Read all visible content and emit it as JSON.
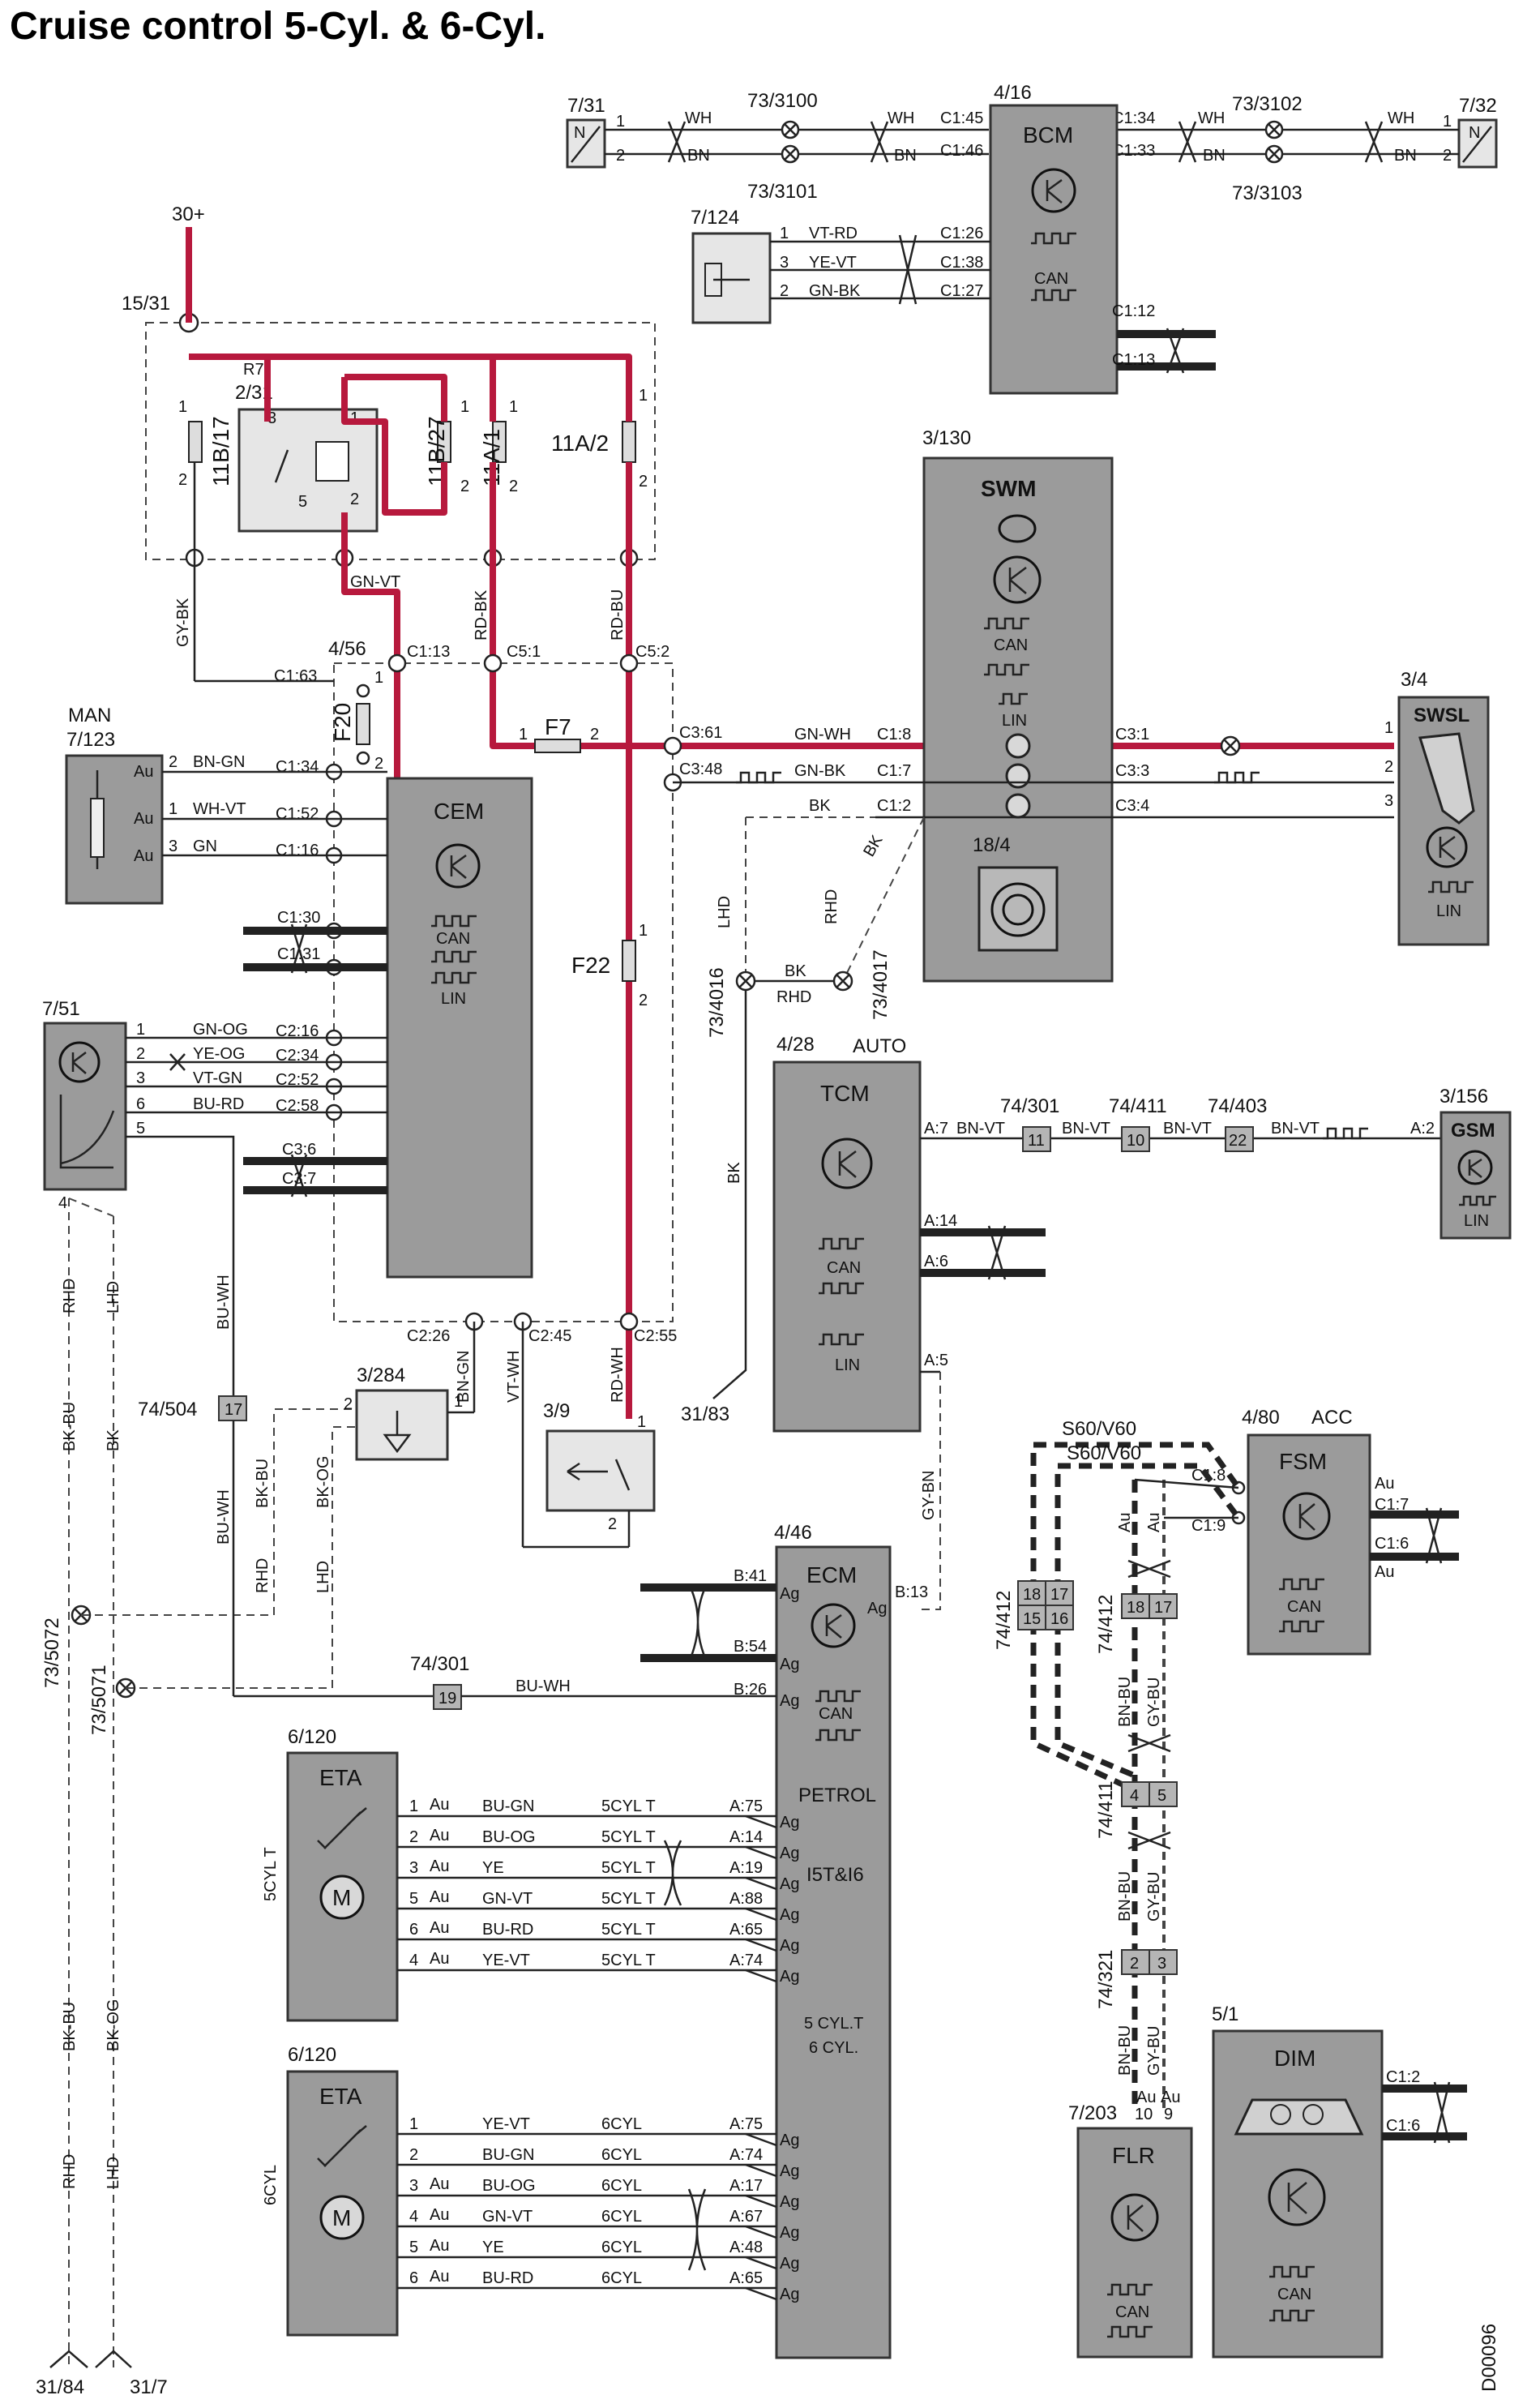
{
  "title": "Cruise control 5-Cyl. & 6-Cyl.",
  "drawing_id": "D00096",
  "modules": {
    "bcm": {
      "ref": "4/16",
      "name": "BCM",
      "can": "CAN"
    },
    "swm": {
      "ref": "3/130",
      "name": "SWM",
      "can": "CAN",
      "lin": "LIN"
    },
    "cem": {
      "ref": "4/56",
      "name": "CEM",
      "can": "CAN",
      "lin": "LIN"
    },
    "tcm": {
      "ref": "4/28",
      "name": "TCM",
      "tag": "AUTO",
      "can": "CAN",
      "lin": "LIN"
    },
    "gsm": {
      "ref": "3/156",
      "name": "GSM",
      "lin": "LIN"
    },
    "ecm": {
      "ref": "4/46",
      "name": "ECM",
      "can": "CAN",
      "petrol": "PETROL",
      "engine": "I5T&I6",
      "cyl_5": "5 CYL.T",
      "cyl_6": "6 CYL."
    },
    "fsm": {
      "ref": "4/80",
      "name": "FSM",
      "tag": "ACC",
      "can": "CAN"
    },
    "dim": {
      "ref": "5/1",
      "name": "DIM",
      "can": "CAN"
    },
    "flr": {
      "ref": "7/203",
      "name": "FLR",
      "can": "CAN"
    },
    "swsl": {
      "ref": "3/4",
      "name": "SWSL",
      "lin": "LIN"
    },
    "eta5": {
      "ref": "6/120",
      "name": "ETA",
      "side": "5CYL T"
    },
    "eta6": {
      "ref": "6/120",
      "name": "ETA",
      "side": "6CYL"
    },
    "man": {
      "ref": "7/123",
      "tag": "MAN"
    },
    "sensor751": {
      "ref": "7/51"
    },
    "sw39": {
      "ref": "3/9"
    },
    "sw3284": {
      "ref": "3/284"
    },
    "clock184": {
      "ref": "18/4"
    },
    "sen7124": {
      "ref": "7/124"
    }
  },
  "labels": {
    "bat": "30+",
    "fusebox": "15/31",
    "r7": "R7",
    "relay": "2/31",
    "f11b17": "11B/17",
    "f11b27": "11B/27",
    "f11a1": "11A/1",
    "f11a2": "11A/2",
    "f20": "F20",
    "f7": "F7",
    "f22": "F22",
    "s7_31": "7/31",
    "s7_32": "7/32",
    "n": "N",
    "j3100": "73/3100",
    "j3101": "73/3101",
    "j3102": "73/3102",
    "j3103": "73/3103",
    "j4016": "73/4016",
    "j4017": "73/4017",
    "j5072": "73/5072",
    "j5071": "73/5071",
    "g3183": "31/83",
    "g3184": "31/84",
    "g317": "31/7",
    "c74_504": "74/504",
    "c74_301": "74/301",
    "c74_411": "74/411",
    "c74_403": "74/403",
    "c74_412": "74/412",
    "c74_321": "74/321",
    "s60v60": "S60/V60",
    "lhd": "LHD",
    "rhd": "RHD",
    "au": "Au",
    "ag": "Ag"
  },
  "wires": {
    "wh": "WH",
    "bn": "BN",
    "vt_rd": "VT-RD",
    "ye_vt": "YE-VT",
    "gn_bk": "GN-BK",
    "gn_vt": "GN-VT",
    "rd_bk": "RD-BK",
    "rd_bu": "RD-BU",
    "gy_bk": "GY-BK",
    "bn_gn": "BN-GN",
    "wh_vt": "WH-VT",
    "gn": "GN",
    "gn_wh": "GN-WH",
    "bk": "BK",
    "gn_og": "GN-OG",
    "ye_og": "YE-OG",
    "vt_gn": "VT-GN",
    "bu_rd": "BU-RD",
    "bu_wh": "BU-WH",
    "bk_bu": "BK-BU",
    "bk_og": "BK-OG",
    "vt_wh": "VT-WH",
    "rd_wh": "RD-WH",
    "bn_vt": "BN-VT",
    "gy_bn": "GY-BN",
    "bn_bu": "BN-BU",
    "gy_bu": "GY-BU",
    "ye": "YE",
    "bu_gn": "BU-GN",
    "bu_og": "BU-OG"
  },
  "pins": {
    "c145": "C1:45",
    "c146": "C1:46",
    "c134": "C1:34",
    "c133": "C1:33",
    "c126": "C1:26",
    "c138": "C1:38",
    "c127": "C1:27",
    "c112": "C1:12",
    "c113": "C1:13",
    "c163": "C1:63",
    "c152": "C1:52",
    "c116": "C1:16",
    "c130": "C1:30",
    "c131": "C1:31",
    "c51": "C5:1",
    "c52": "C5:2",
    "c361": "C3:61",
    "c348": "C3:48",
    "c18": "C1:8",
    "c17": "C1:7",
    "c12": "C1:2",
    "c31": "C3:1",
    "c33": "C3:3",
    "c34": "C3:4",
    "c216": "C2:16",
    "c234": "C2:34",
    "c252": "C2:52",
    "c258": "C2:58",
    "c36": "C3:6",
    "c37": "C3:7",
    "c226": "C2:26",
    "c245": "C2:45",
    "c255": "C2:55",
    "a7": "A:7",
    "a14": "A:14",
    "a6": "A:6",
    "a5": "A:5",
    "a2": "A:2",
    "b41": "B:41",
    "b54": "B:54",
    "b13": "B:13",
    "b26": "B:26",
    "a75": "A:75",
    "a19": "A:19",
    "a88": "A:88",
    "a65": "A:65",
    "a74": "A:74",
    "a17": "A:17",
    "a67": "A:67",
    "a48": "A:48",
    "c19": "C1:9",
    "c16": "C1:6",
    "c2": "C1:2",
    "c6": "C1:6",
    "p1": "1",
    "p2": "2",
    "p3": "3",
    "p4": "4",
    "p5": "5",
    "p6": "6",
    "p9": "9",
    "p10": "10",
    "p11": "11",
    "p15": "15",
    "p16": "16",
    "p17": "17",
    "p18": "18",
    "p19": "19",
    "p22": "22"
  },
  "eta_rows": {
    "cyl5_tag": "5CYL T",
    "cyl6_tag": "6CYL"
  }
}
